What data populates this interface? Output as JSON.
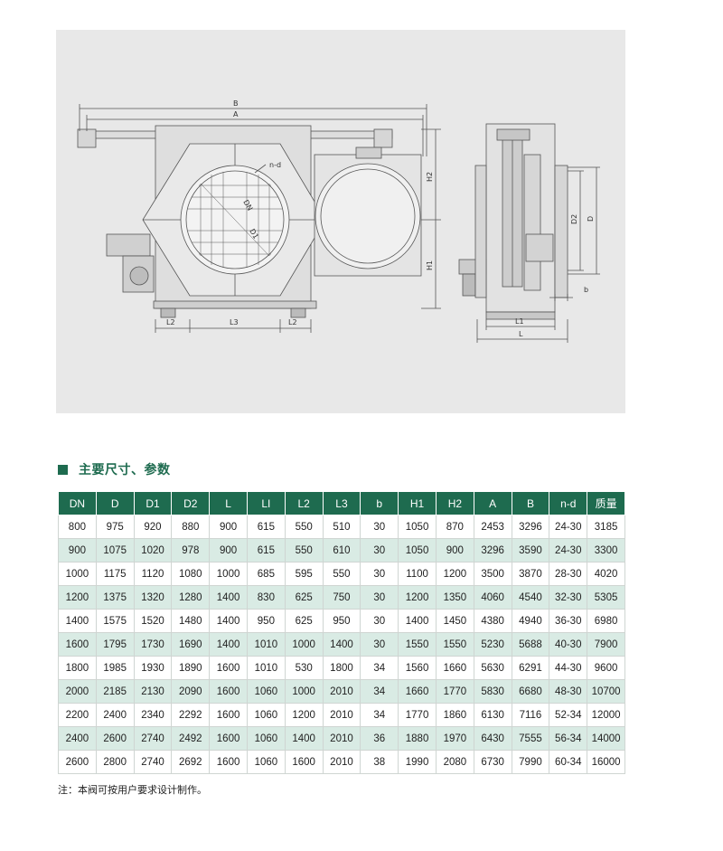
{
  "drawing": {
    "labels": {
      "B": "B",
      "A": "A",
      "nd": "n-d",
      "DN": "DN",
      "D1": "D1",
      "H1": "H1",
      "H2": "H2",
      "L2a": "L2",
      "L3": "L3",
      "L2b": "L2",
      "D2": "D2",
      "D": "D",
      "b": "b",
      "L1": "L1",
      "L": "L"
    }
  },
  "heading": "主要尺寸、参数",
  "table": {
    "columns": [
      "DN",
      "D",
      "D1",
      "D2",
      "L",
      "LI",
      "L2",
      "L3",
      "b",
      "H1",
      "H2",
      "A",
      "B",
      "n-d",
      "质量"
    ],
    "rows": [
      [
        "800",
        "975",
        "920",
        "880",
        "900",
        "615",
        "550",
        "510",
        "30",
        "1050",
        "870",
        "2453",
        "3296",
        "24-30",
        "3185"
      ],
      [
        "900",
        "1075",
        "1020",
        "978",
        "900",
        "615",
        "550",
        "610",
        "30",
        "1050",
        "900",
        "3296",
        "3590",
        "24-30",
        "3300"
      ],
      [
        "1000",
        "1175",
        "1120",
        "1080",
        "1000",
        "685",
        "595",
        "550",
        "30",
        "1100",
        "1200",
        "3500",
        "3870",
        "28-30",
        "4020"
      ],
      [
        "1200",
        "1375",
        "1320",
        "1280",
        "1400",
        "830",
        "625",
        "750",
        "30",
        "1200",
        "1350",
        "4060",
        "4540",
        "32-30",
        "5305"
      ],
      [
        "1400",
        "1575",
        "1520",
        "1480",
        "1400",
        "950",
        "625",
        "950",
        "30",
        "1400",
        "1450",
        "4380",
        "4940",
        "36-30",
        "6980"
      ],
      [
        "1600",
        "1795",
        "1730",
        "1690",
        "1400",
        "1010",
        "1000",
        "1400",
        "30",
        "1550",
        "1550",
        "5230",
        "5688",
        "40-30",
        "7900"
      ],
      [
        "1800",
        "1985",
        "1930",
        "1890",
        "1600",
        "1010",
        "530",
        "1800",
        "34",
        "1560",
        "1660",
        "5630",
        "6291",
        "44-30",
        "9600"
      ],
      [
        "2000",
        "2185",
        "2130",
        "2090",
        "1600",
        "1060",
        "1000",
        "2010",
        "34",
        "1660",
        "1770",
        "5830",
        "6680",
        "48-30",
        "10700"
      ],
      [
        "2200",
        "2400",
        "2340",
        "2292",
        "1600",
        "1060",
        "1200",
        "2010",
        "34",
        "1770",
        "1860",
        "6130",
        "7116",
        "52-34",
        "12000"
      ],
      [
        "2400",
        "2600",
        "2740",
        "2492",
        "1600",
        "1060",
        "1400",
        "2010",
        "36",
        "1880",
        "1970",
        "6430",
        "7555",
        "56-34",
        "14000"
      ],
      [
        "2600",
        "2800",
        "2740",
        "2692",
        "1600",
        "1060",
        "1600",
        "2010",
        "38",
        "1990",
        "2080",
        "6730",
        "7990",
        "60-34",
        "16000"
      ]
    ]
  },
  "note": "注：本阀可按用户要求设计制作。",
  "colors": {
    "accent": "#1e6b4f",
    "stripe": "#d9ebe4",
    "panel": "#e8e8e8"
  }
}
